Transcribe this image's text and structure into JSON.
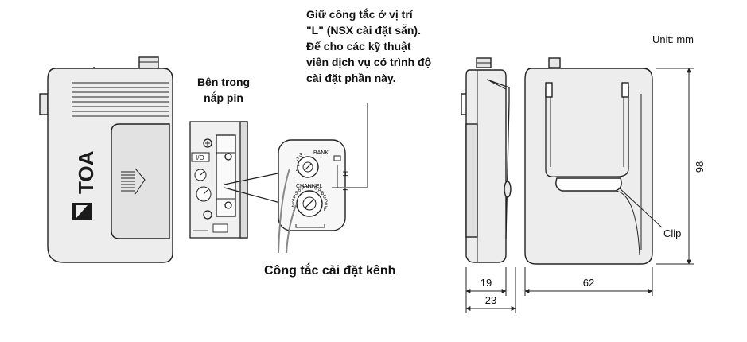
{
  "labels": {
    "inside_cover_line1": "Bên trong",
    "inside_cover_line2": "nắp pin",
    "callout_line1": "Giữ công tắc ở vị trí",
    "callout_line2": "\"L\" (NSX cài đặt sẵn).",
    "callout_line3": "Để cho các kỹ thuật",
    "callout_line4": "viên dịch vụ có trình độ",
    "callout_line5": "cài đặt phần này.",
    "unit": "Unit: mm",
    "channel_switch": "Công tắc cài đặt kênh",
    "clip": "Clip"
  },
  "device": {
    "brand": "TOA",
    "power_label": "I/O",
    "bank_label": "BANK",
    "channel_label": "CHANNEL",
    "switch_h": "H",
    "switch_l": "L",
    "bank_digits": [
      "1",
      "2",
      "3",
      "4"
    ],
    "channel_digits": [
      "1",
      "2",
      "3",
      "4",
      "5",
      "6",
      "7",
      "8",
      "9",
      "0",
      "A",
      "B",
      "C",
      "D",
      "E",
      "F"
    ]
  },
  "dimensions": {
    "height": "98",
    "width_front": "62",
    "depth_body": "19",
    "depth_total": "23"
  },
  "colors": {
    "line": "#222222",
    "body_fill": "#ededed",
    "cover_fill": "#e2e2e2",
    "callout_line": "#888888",
    "grip_fill": "#cfcfcf"
  }
}
